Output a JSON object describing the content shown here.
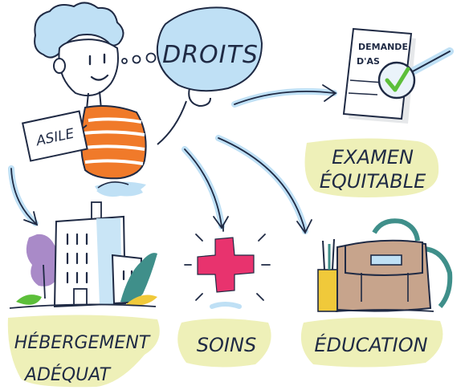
{
  "speech_bubble": {
    "text": "DROITS"
  },
  "sign": {
    "text": "ASILE"
  },
  "document": {
    "title_line1": "DEMANDE",
    "title_line2": "D'AS"
  },
  "labels": {
    "exam_line1": "EXAMEN",
    "exam_line2": "ÉQUITABLE",
    "housing_line1": "HÉBERGEMENT",
    "housing_line2": "ADÉQUAT",
    "care": "SOINS",
    "education": "ÉDUCATION"
  },
  "colors": {
    "ink": "#1f2a44",
    "highlight_yellow": "#eef0b8",
    "bubble_blue": "#bfe0f5",
    "cross_pink": "#e8336e",
    "shirt_orange": "#f07a2a",
    "check_green": "#5cbf3a",
    "bag_brown": "#c7a48c",
    "bag_teal": "#3f8f8a"
  },
  "icons": [
    "person-icon",
    "speech-bubble-icon",
    "asylum-sign-icon",
    "document-icon",
    "magnifier-icon",
    "checkmark-icon",
    "building-icon",
    "tree-icon",
    "medical-cross-icon",
    "school-bag-icon",
    "pencils-icon",
    "arrow-icon"
  ]
}
